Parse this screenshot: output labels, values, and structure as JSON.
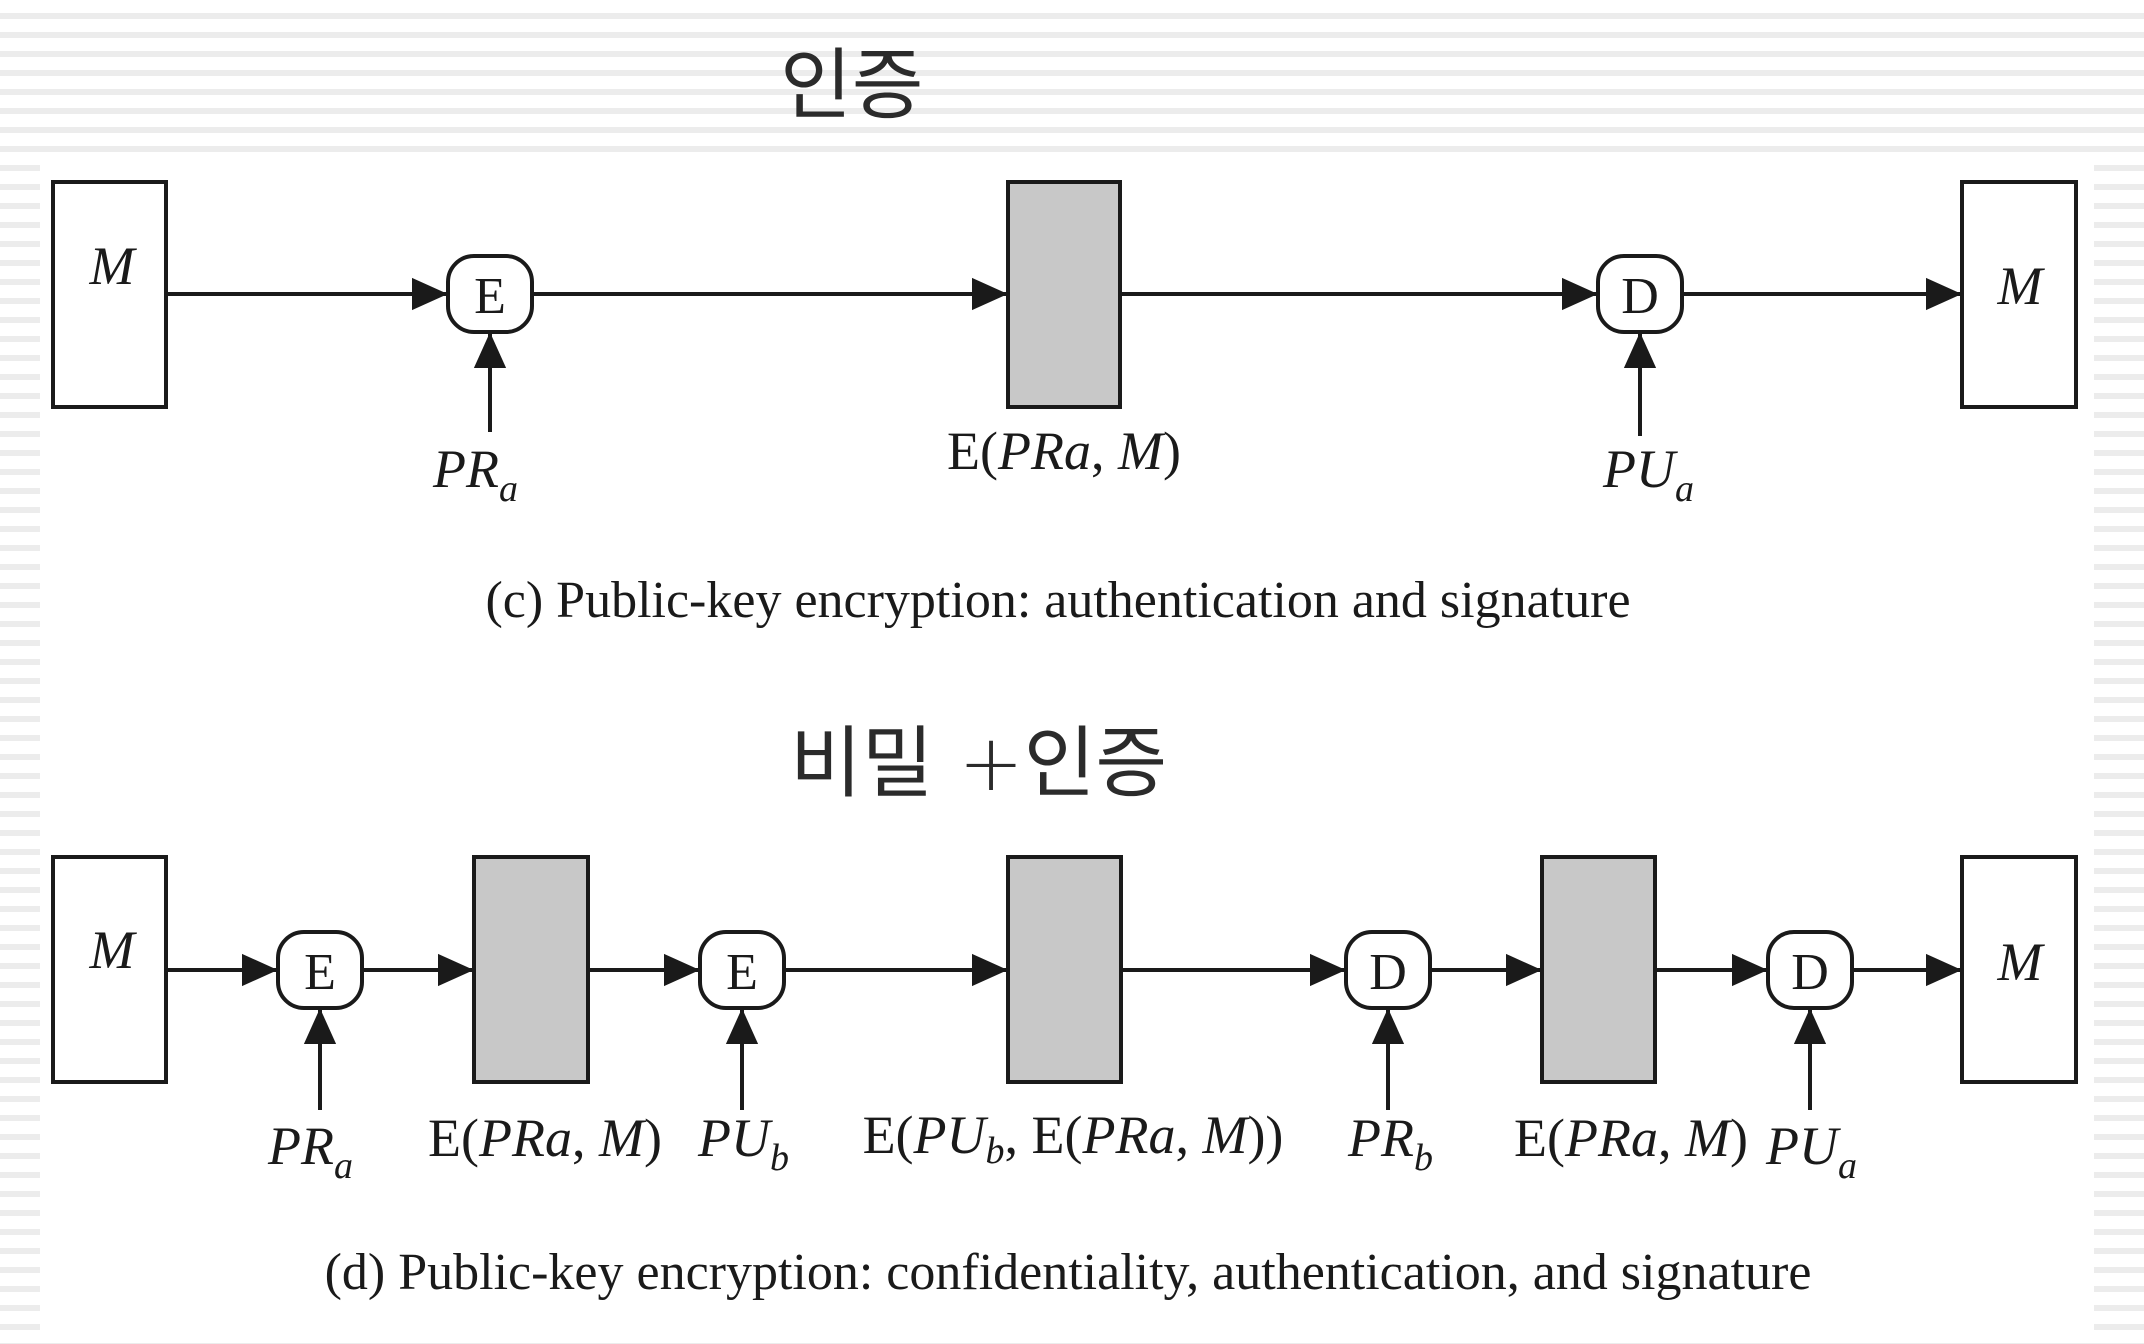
{
  "annotations": {
    "c_handwritten": "인증",
    "d_handwritten": "비밀 +인증"
  },
  "panel_c": {
    "message_in": "M",
    "encrypt_op": "E",
    "key_in": {
      "main": "PR",
      "sub": "a"
    },
    "cipher": {
      "prefix": "E(",
      "key": "PRa",
      "sep": ", ",
      "msg": "M",
      "suffix": ")"
    },
    "decrypt_op": "D",
    "key_out": {
      "main": "PU",
      "sub": "a"
    },
    "message_out": "M",
    "caption": "(c) Public-key encryption: authentication and signature"
  },
  "panel_d": {
    "message_in": "M",
    "enc1_op": "E",
    "enc1_key": {
      "main": "PR",
      "sub": "a"
    },
    "cipher1": {
      "prefix": "E(",
      "key": "PRa",
      "sep": ", ",
      "msg": "M",
      "suffix": ")"
    },
    "enc2_op": "E",
    "enc2_key": {
      "main": "PU",
      "sub": "b"
    },
    "cipher2": {
      "prefix": "E(",
      "key": "PU",
      "key_sub": "b",
      "mid": ", E(",
      "inner_key": "PRa",
      "sep": ", ",
      "msg": "M",
      "suffix": "))"
    },
    "dec1_op": "D",
    "dec1_key": {
      "main": "PR",
      "sub": "b"
    },
    "cipher3": {
      "prefix": "E(",
      "key": "PRa",
      "sep": ", ",
      "msg": "M",
      "suffix": ")"
    },
    "dec2_op": "D",
    "dec2_key": {
      "main": "PU",
      "sub": "a"
    },
    "message_out": "M",
    "caption": "(d) Public-key encryption: confidentiality, authentication, and signature"
  },
  "colors": {
    "box_fill": "#ffffff",
    "cipher_fill": "#c8c8c8",
    "stroke": "#1a1a1a"
  }
}
